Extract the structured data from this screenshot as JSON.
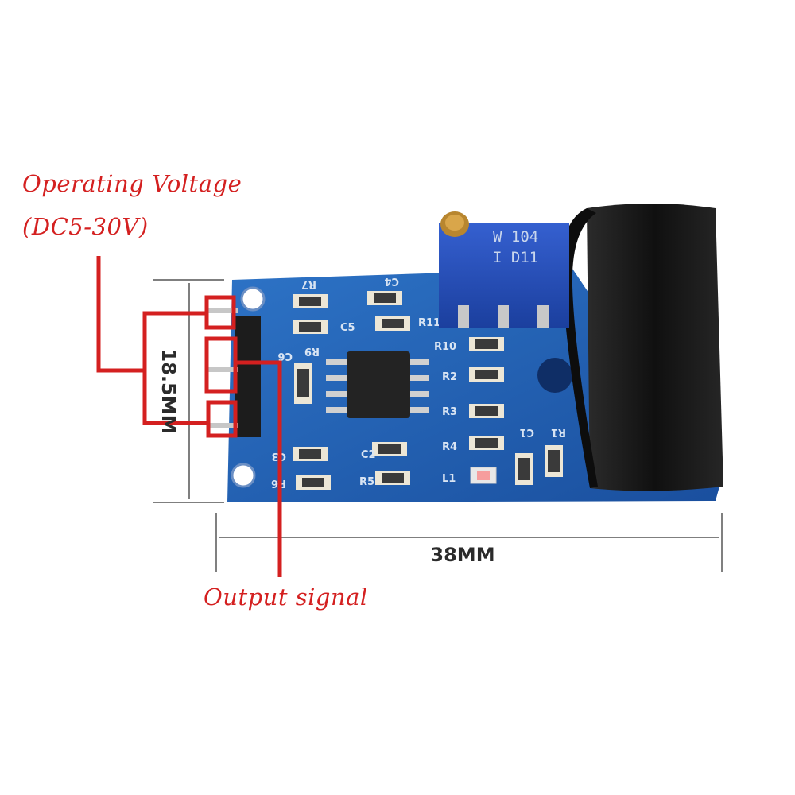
{
  "annotations": {
    "operating_voltage_line1": "Operating Voltage",
    "operating_voltage_line2": "(DC5-30V)",
    "output_signal": "Output signal"
  },
  "dimensions": {
    "height": "18.5MM",
    "width": "38MM"
  },
  "board": {
    "component_labels": [
      "R7",
      "C4",
      "C5",
      "R11",
      "R9",
      "C6",
      "R10",
      "R2",
      "R3",
      "R4",
      "R1",
      "C1",
      "C2",
      "C3",
      "R5",
      "R6",
      "L1"
    ],
    "potentiometer_text_line1": "W 104",
    "potentiometer_text_line2": "I D11"
  },
  "colors": {
    "annotation_red": "#d42020",
    "pcb_blue": "#1f5fb4",
    "transformer_black": "#1a1a1a"
  }
}
